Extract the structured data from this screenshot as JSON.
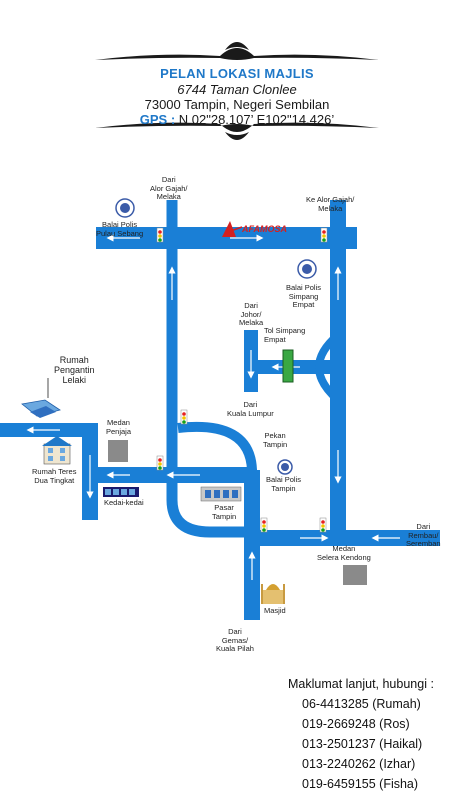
{
  "header": {
    "title": "PELAN LOKASI MAJLIS",
    "address_line1": "6744 Taman Clonlee",
    "address_line2": "73000 Tampin, Negeri Sembilan",
    "gps_label": "GPS :",
    "gps_value": " N 02\"28.107’ E102\"14.426’"
  },
  "map": {
    "colors": {
      "road": "#1a7fd6",
      "arrow": "#ffffff",
      "toll": "#3aa843",
      "police": "#3b5ba8"
    },
    "labels": {
      "dari_alor_gajah": "Dari\nAlor Gajah/\nMelaka",
      "ke_alor_gajah": "Ke Alor Gajah/\nMelaka",
      "balai_polis_pulau_sebang": "Balai Polis\nPulau Sebang",
      "afamosa": "AFAMOSA",
      "balai_polis_simpang_empat": "Balai Polis\nSimpang\nEmpat",
      "dari_johor": "Dari\nJohor/\nMelaka",
      "tol_simpang_empat": "Tol Simpang\nEmpat",
      "rumah_pengantin_lelaki": "Rumah\nPengantin\nLelaki",
      "medan_penjaja": "Medan\nPenjaja",
      "dari_kuala_lumpur": "Dari\nKuala Lumpur",
      "pekan_tampin": "Pekan\nTampin",
      "rumah_teres": "Rumah Teres\nDua Tingkat",
      "balai_polis_tampin": "Balai Polis\nTampin",
      "kedai_kedai": "Kedai-kedai",
      "pasar_tampin": "Pasar\nTampin",
      "dari_rembau": "Dari\nRembau/\nSeremban",
      "medan_selera": "Medan\nSelera Kendong",
      "masjid": "Masjid",
      "dari_gemas": "Dari\nGemas/\nKuala Pilah"
    }
  },
  "contact": {
    "heading": "Maklumat lanjut, hubungi :",
    "numbers": [
      "06-4413285 (Rumah)",
      "019-2669248 (Ros)",
      "013-2501237 (Haikal)",
      "013-2240262 (Izhar)",
      "019-6459155 (Fisha)"
    ]
  }
}
